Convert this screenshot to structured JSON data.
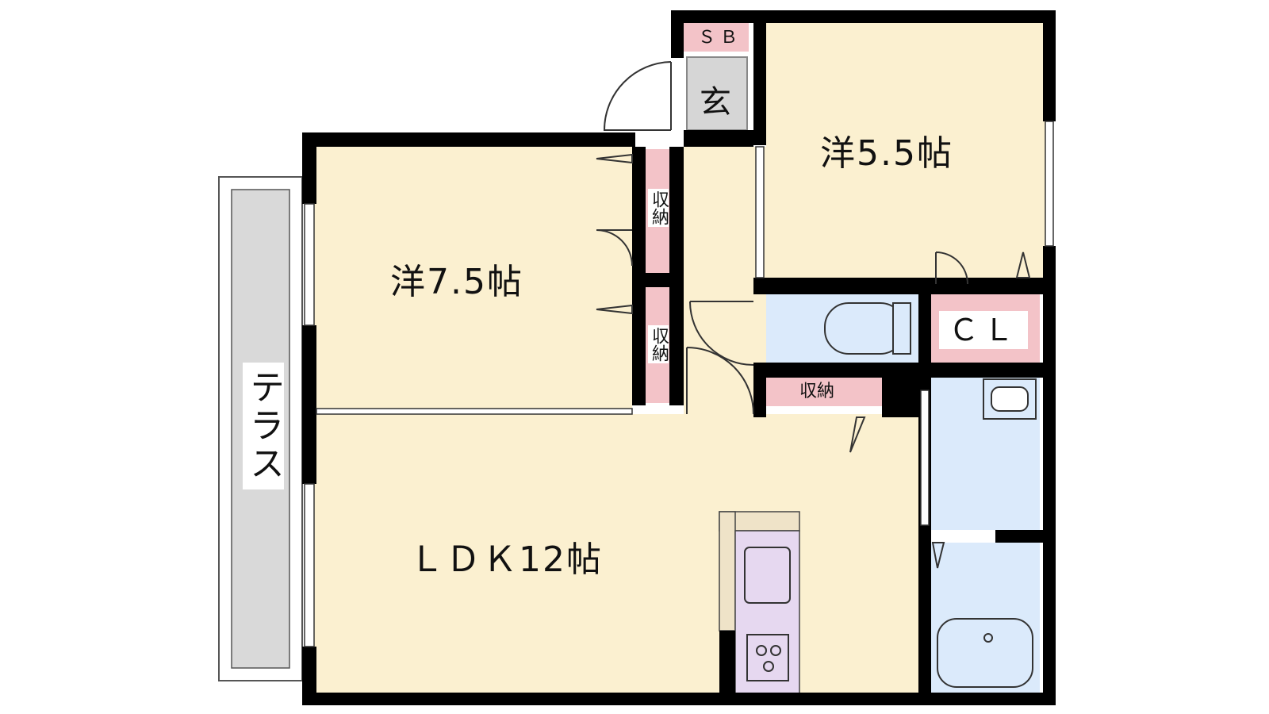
{
  "rooms": {
    "bedroom_large": "洋7.5帖",
    "bedroom_small": "洋5.5帖",
    "ldk": "ＬＤＫ12帖",
    "terrace": "テラス",
    "entrance": "玄",
    "shoe_box": "ＳＢ",
    "closet": "ＣＬ",
    "storage_1": "収納",
    "storage_2": "収納",
    "storage_3": "収納"
  },
  "colors": {
    "wall": "#000000",
    "room_floor": "#fbf0d0",
    "storage": "#f3c3c8",
    "wet_area": "#dbeafb",
    "terrace": "#d9d9d9",
    "entrance": "#d6d6d6",
    "kitchen": "#e6d8f0",
    "counter": "#efe3c8"
  }
}
